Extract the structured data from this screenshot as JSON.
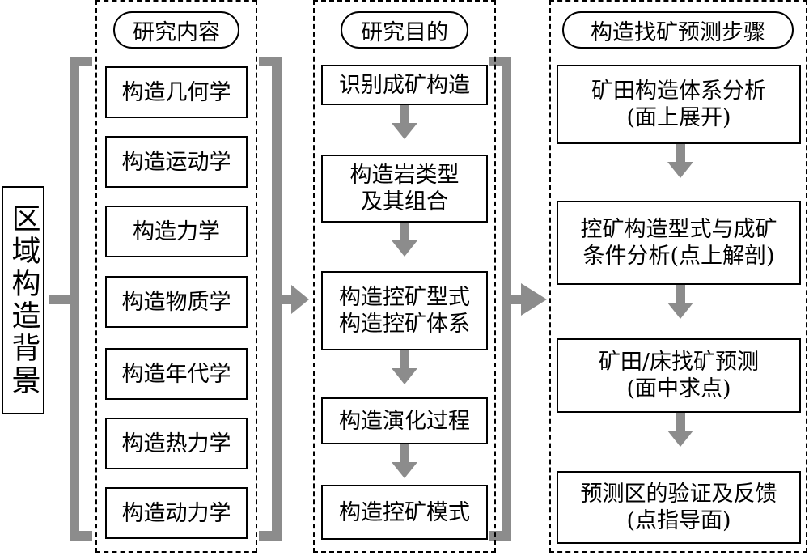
{
  "background_label": "区域构造背景",
  "columns": [
    {
      "title": "研究内容",
      "items": [
        "构造几何学",
        "构造运动学",
        "构造力学",
        "构造物质学",
        "构造年代学",
        "构造热力学",
        "构造动力学"
      ]
    },
    {
      "title": "研究目的",
      "items": [
        "识别成矿构造",
        "构造岩类型\n及其组合",
        "构造控矿型式\n构造控矿体系",
        "构造演化过程",
        "构造控矿模式"
      ]
    },
    {
      "title": "构造找矿预测步骤",
      "items": [
        "矿田构造体系分析\n(面上展开)",
        "控矿构造型式与成矿\n条件分析(点上解剖)",
        "矿田/床找矿预测\n(面中求点)",
        "预测区的验证及反馈\n(点指导面)"
      ]
    }
  ],
  "colors": {
    "connector": "#8c8c8c",
    "border": "#000000"
  }
}
